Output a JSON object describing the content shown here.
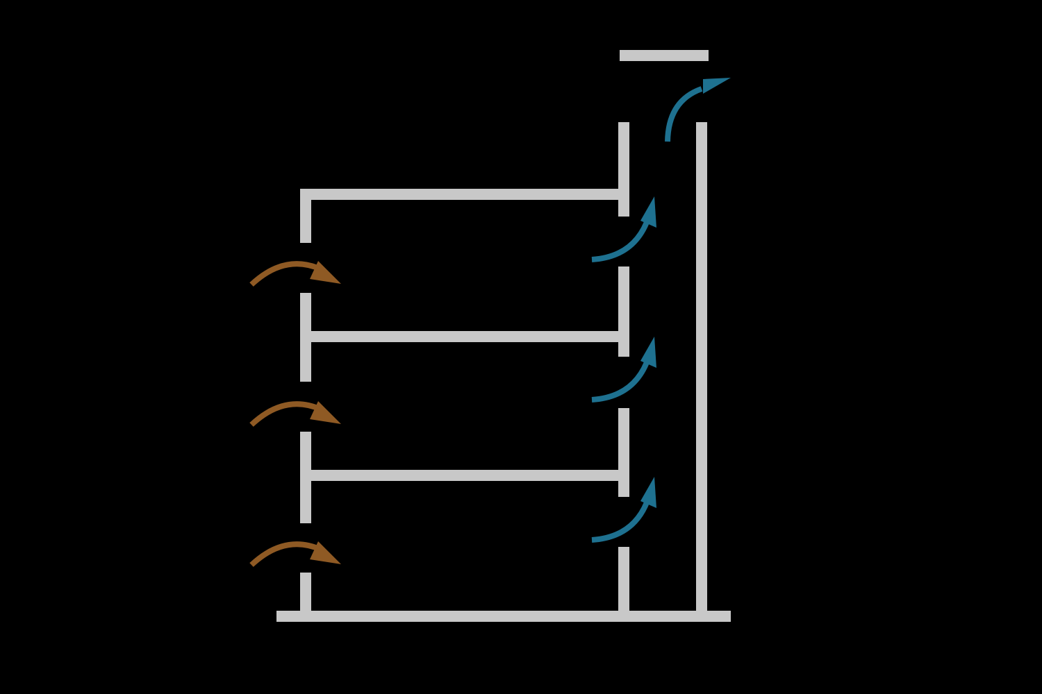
{
  "diagram": {
    "subject": "stack-ventilation",
    "colors": {
      "background": "#000000",
      "wall": "#c8c8c8",
      "inflow_arrow": "#8f5a24",
      "outflow_arrow": "#1e7190"
    },
    "floors": 3,
    "inflow_arrows": 3,
    "outflow_arrows": 4
  }
}
